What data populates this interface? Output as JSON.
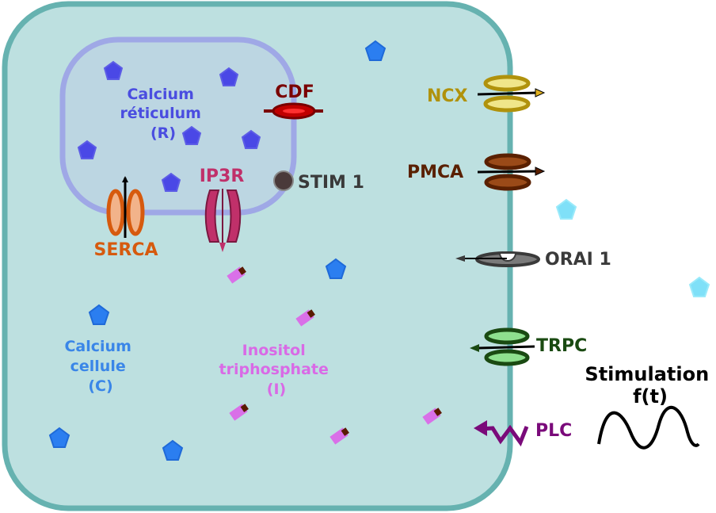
{
  "reticulum": {
    "lines": [
      "Calcium",
      "réticulum",
      "(R)"
    ]
  },
  "cell": {
    "lines": [
      "Calcium",
      "cellule",
      "(C)"
    ]
  },
  "ip3": {
    "lines": [
      "Inositol",
      "triphosphate",
      "(I)"
    ]
  },
  "labels": {
    "cdf": "CDF",
    "stim1": "STIM 1",
    "ip3r": "IP3R",
    "serca": "SERCA",
    "ncx": "NCX",
    "pmca": "PMCA",
    "orai1": "ORAI 1",
    "trpc": "TRPC",
    "plc": "PLC"
  },
  "stimulation": {
    "lines": [
      "Stimulation",
      "f(t)"
    ]
  },
  "colors": {
    "cell_fill": "#bde0e0",
    "cell_border": "#66b2b0",
    "reticulum_fill": "#bcd6e2",
    "reticulum_border": "#9fa8e6",
    "reticulum_text": "#4a4de0",
    "cell_text": "#3a86e8",
    "ip3_text": "#d96ae6",
    "cdf": "#7a0000",
    "serca": "#d65a0e",
    "ip3r": "#c0306a",
    "ncx": "#b0920c",
    "pmca": "#5a2000",
    "orai": "#3a3a3a",
    "trpc": "#1a4a12",
    "plc": "#7a0a7a"
  }
}
